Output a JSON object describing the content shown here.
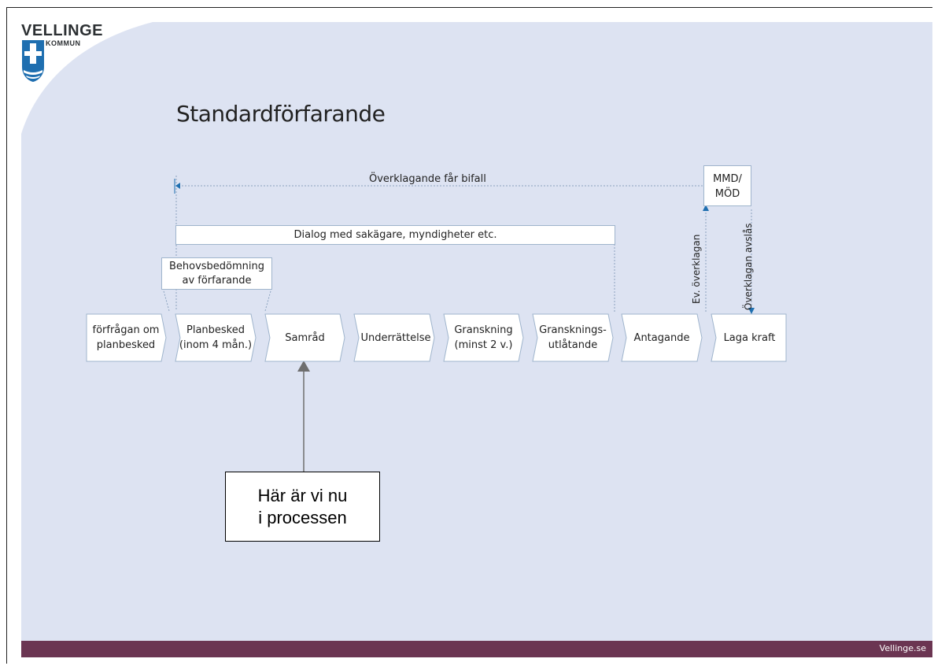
{
  "logo": {
    "name": "VELLINGE",
    "sub": "KOMMUN"
  },
  "title": "Standardförfarande",
  "top_arrow_label": "Överklagande får bifall",
  "mmd_box": [
    "MMD/",
    "MÖD"
  ],
  "dialog_bar": "Dialog med sakägare, myndigheter etc.",
  "behov_box": [
    "Behovsbedömning",
    "av förfarande"
  ],
  "side_labels": {
    "ev": "Ev. överklagan",
    "avslas": "Överklagan avslås"
  },
  "steps": [
    {
      "lines": [
        "förfrågan om",
        "planbesked"
      ]
    },
    {
      "lines": [
        "Planbesked",
        "(inom 4 mån.)"
      ]
    },
    {
      "lines": [
        "Samråd"
      ]
    },
    {
      "lines": [
        "Underrättelse"
      ]
    },
    {
      "lines": [
        "Granskning",
        "(minst 2 v.)"
      ]
    },
    {
      "lines": [
        "Gransknings-",
        "utlåtande"
      ]
    },
    {
      "lines": [
        "Antagande"
      ]
    },
    {
      "lines": [
        "Laga kraft"
      ]
    }
  ],
  "callout": [
    "Här är vi nu",
    "i processen"
  ],
  "footer": "Vellinge.se",
  "colors": {
    "background": "#dde3f2",
    "box_border": "#9fb4cc",
    "footer": "#6b3552",
    "accent_arrow": "#1f6fb0"
  }
}
